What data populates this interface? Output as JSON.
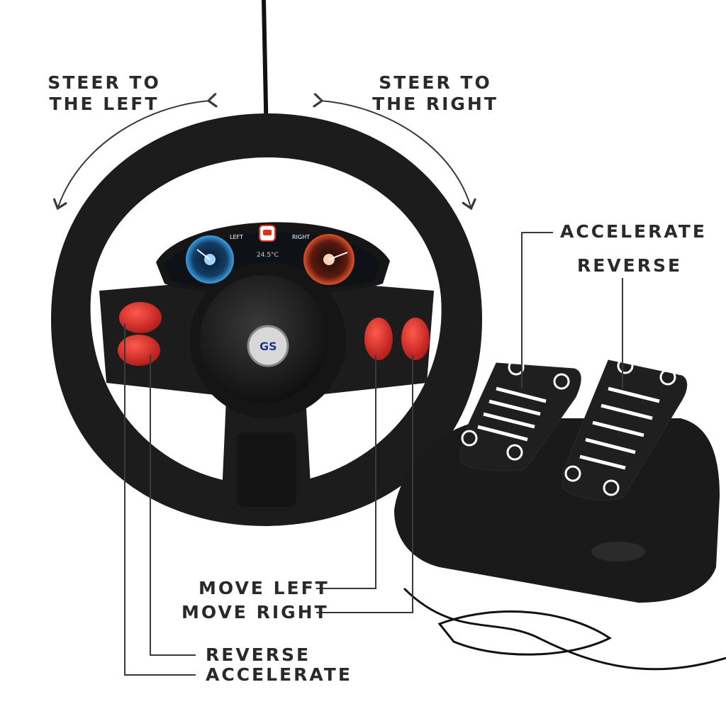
{
  "labels": {
    "steer_left": [
      "STEER TO",
      "THE LEFT"
    ],
    "steer_right": [
      "STEER TO",
      "THE RIGHT"
    ],
    "pedal_accelerate": "ACCELERATE",
    "pedal_reverse": "REVERSE",
    "move_left": "MOVE LEFT",
    "move_right": "MOVE RIGHT",
    "wheel_reverse": "REVERSE",
    "wheel_accelerate": "ACCELERATE"
  },
  "dashboard": {
    "left_indicator": "LEFT",
    "right_indicator": "RIGHT",
    "temperature": "24.5°C"
  },
  "logo_text": "GS",
  "colors": {
    "text": "#2a2a2a",
    "wheel": "#1c1c1c",
    "button_red": "#d8282a",
    "line": "#3a3a3a"
  }
}
